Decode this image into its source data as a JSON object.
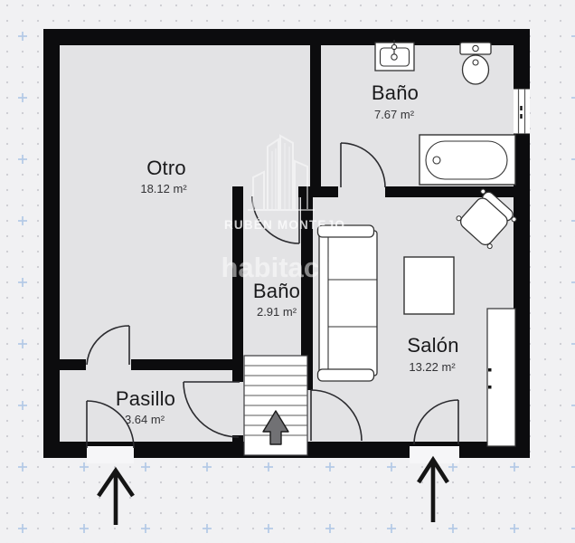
{
  "plan": {
    "rooms": [
      {
        "name": "Otro",
        "area": "18.12 m²"
      },
      {
        "name": "Baño",
        "area": "7.67 m²"
      },
      {
        "name": "Baño",
        "area": "2.91 m²"
      },
      {
        "name": "Salón",
        "area": "13.22 m²"
      },
      {
        "name": "Pasillo",
        "area": "3.64 m²"
      }
    ],
    "fixtures": [
      "sink",
      "toilet",
      "bathtub",
      "window",
      "staircase",
      "stairs-up-arrow",
      "sofa",
      "armchair",
      "table",
      "wardrobe",
      "door-swings",
      "entrance-arrows"
    ]
  },
  "watermark": {
    "agency": "RUBÉN MONTEJO",
    "brand": "habitaclia"
  },
  "colors": {
    "background": "#f1f1f3",
    "floor": "#e3e3e5",
    "wall": "#0c0c0e",
    "furniture_fill": "#ffffff",
    "furniture_stroke": "#333333",
    "grid_dot": "#cbcbd1",
    "grid_cross": "#b3c9e6",
    "stairs_arrow": "#717174"
  }
}
